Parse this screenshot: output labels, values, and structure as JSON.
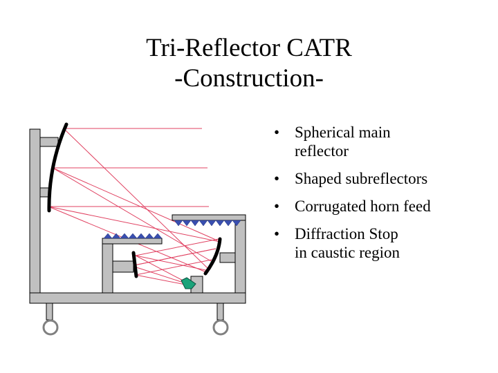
{
  "slide": {
    "title_line1": "Tri-Reflector CATR",
    "title_line2": "-Construction-",
    "bullet_glyph": "•",
    "bullets": [
      {
        "line1": "Spherical main",
        "line2": "reflector"
      },
      {
        "line1": "Shaped subreflectors",
        "line2": ""
      },
      {
        "line1": "Corrugated horn feed",
        "line2": ""
      },
      {
        "line1": "Diffraction Stop",
        "line2": "in  caustic region"
      }
    ]
  },
  "colors": {
    "frame_fill": "#c0c0c0",
    "frame_stroke": "#000000",
    "ray": "#e04060",
    "reflector": "#000000",
    "absorber": "#3a4fb0",
    "horn": "#1aa37a",
    "wheel": "#808080"
  }
}
